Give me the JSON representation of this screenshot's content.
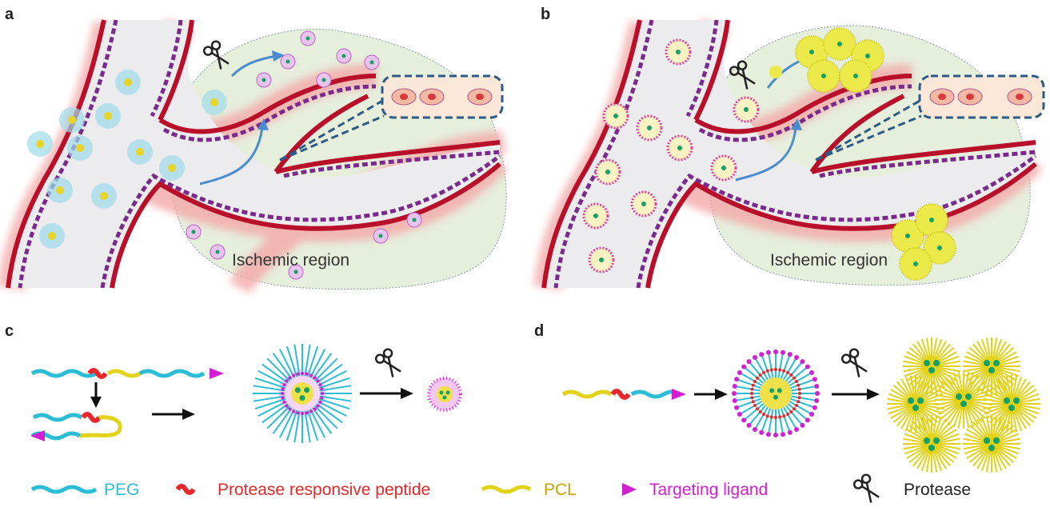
{
  "panels": {
    "a": {
      "letter": "a",
      "region_label": "Ischemic region"
    },
    "b": {
      "letter": "b",
      "region_label": "Ischemic region"
    },
    "c": {
      "letter": "c"
    },
    "d": {
      "letter": "d"
    }
  },
  "legend": [
    {
      "label": "PEG",
      "color": "#2bbcd6",
      "icon": "peg-chain-icon"
    },
    {
      "label": "Protease responsive peptide",
      "color": "#e8272a",
      "icon": "peptide-icon"
    },
    {
      "label": "PCL",
      "color": "#c8a400",
      "icon": "pcl-chain-icon"
    },
    {
      "label": "Targeting ligand",
      "color": "#d21fd2",
      "icon": "ligand-triangle-icon"
    },
    {
      "label": "Protease",
      "color": "#222222",
      "icon": "scissors-icon"
    }
  ],
  "colors": {
    "vessel_wall": "#b8102a",
    "vessel_glow": "#f4a8a8",
    "endothelium": "#7a2a8a",
    "lumen": "#ececee",
    "region_fill": "#e6eedc",
    "cell_box": "#fbe7d8",
    "cell_box_border": "#2e5a86",
    "flow_arrow": "#4a8ccf",
    "peg": "#2bbcd6",
    "peptide": "#e8272a",
    "pcl": "#e2d21a",
    "ligand": "#d21fd2",
    "core_dot": "#16a064"
  }
}
